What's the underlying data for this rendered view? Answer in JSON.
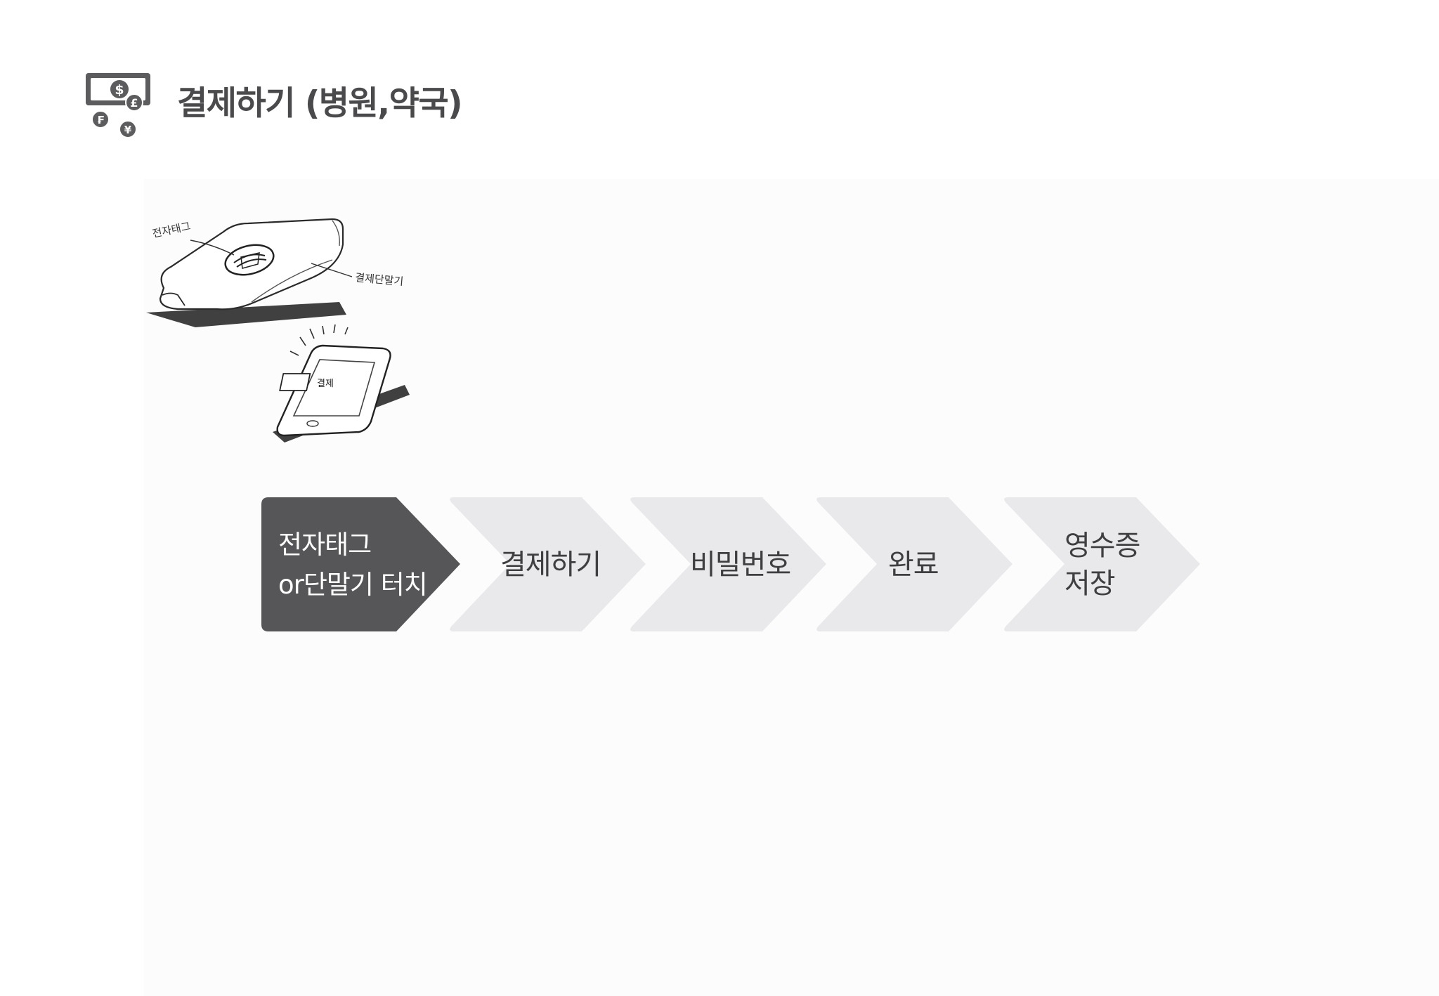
{
  "header": {
    "title": "결제하기 (병원,약국)",
    "icon": "money-currency-icon",
    "icon_symbols": [
      "$",
      "£",
      "₣",
      "¥"
    ]
  },
  "illustration": {
    "label_tag": "전자태그",
    "label_terminal": "결제단말기",
    "label_phone_screen": "결제"
  },
  "flow": {
    "steps": [
      {
        "lines": [
          "전자태그",
          "or단말기 터치"
        ],
        "active": true
      },
      {
        "lines": [
          "결제하기"
        ],
        "active": false
      },
      {
        "lines": [
          "비밀번호"
        ],
        "active": false
      },
      {
        "lines": [
          "완료"
        ],
        "active": false
      },
      {
        "lines": [
          "영수증",
          "저장"
        ],
        "active": false
      }
    ]
  },
  "colors": {
    "active_step": "#565557",
    "inactive_step": "#e9e8ea",
    "title_text": "#4a494b"
  }
}
